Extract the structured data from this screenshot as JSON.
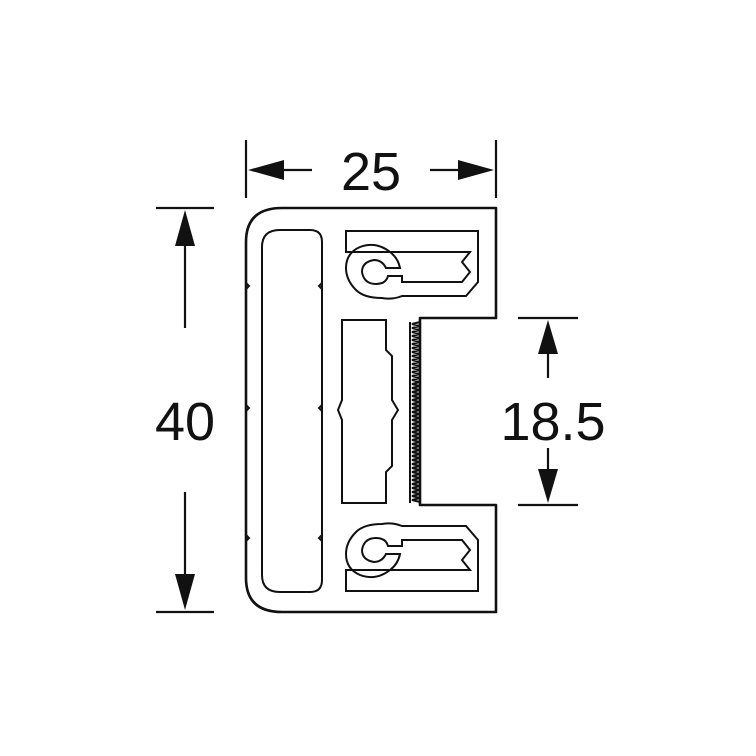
{
  "dimensions": {
    "width": "25",
    "height": "40",
    "opening": "18.5"
  },
  "colors": {
    "line": "#111111",
    "background": "#ffffff"
  }
}
